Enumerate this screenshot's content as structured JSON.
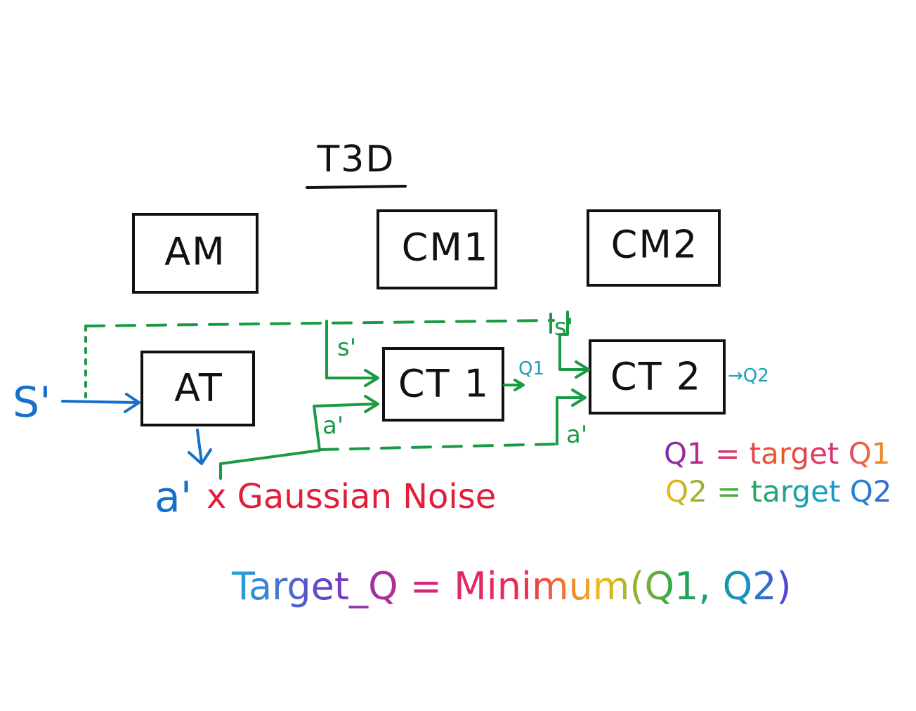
{
  "title": "T3D",
  "boxes": {
    "am": "AM",
    "cm1": "CM1",
    "cm2": "CM2",
    "at": "AT",
    "ct1": "CT 1",
    "ct2": "CT 2"
  },
  "labels": {
    "s_prime_input": "S'",
    "a_prime_output": "a'",
    "gaussian_noise": "x Gaussian Noise",
    "s_prime_ct1": "s'",
    "a_prime_ct1": "a'",
    "s_ct2": "s'",
    "a_ct2": "a'",
    "q1_output": "Q1",
    "q2_output": "→Q2"
  },
  "notes": {
    "q1_target": "Q1 = target Q1",
    "q2_target": "Q2 = target Q2",
    "equation": "Target_Q = Minimum(Q1, Q2)"
  },
  "colors": {
    "green": "#1a9a45",
    "blue": "#1570c9",
    "red": "#e21e3a",
    "teal": "#1aa0b8"
  }
}
